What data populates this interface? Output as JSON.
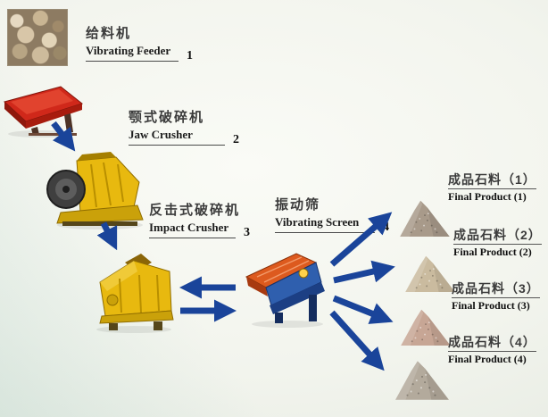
{
  "diagram": {
    "stages": [
      {
        "name_zh": "给料机",
        "name_en": "Vibrating Feeder",
        "number": "1"
      },
      {
        "name_zh": "颚式破碎机",
        "name_en": "Jaw Crusher",
        "number": "2"
      },
      {
        "name_zh": "反击式破碎机",
        "name_en": "Impact Crusher",
        "number": "3"
      },
      {
        "name_zh": "振动筛",
        "name_en": "Vibrating Screen",
        "number": "4"
      }
    ],
    "products": [
      {
        "name_zh": "成品石料（1）",
        "name_en": "Final Product (1)"
      },
      {
        "name_zh": "成品石料（2）",
        "name_en": "Final Product (2)"
      },
      {
        "name_zh": "成品石料（3）",
        "name_en": "Final Product (3)"
      },
      {
        "name_zh": "成品石料（4）",
        "name_en": "Final Product (4)"
      }
    ]
  },
  "palette": {
    "arrow": "#1a449a",
    "label-text": "#3b3b3b",
    "en-text": "#1c1c1c",
    "feeder-red": "#d0281a",
    "crusher-yellow": "#e8b90f",
    "screen-orange": "#dd5a1e",
    "screen-blue": "#2f5fae",
    "pile1": "#a89a8a",
    "pile2": "#cabb9f",
    "pile3": "#c7a695",
    "pile4": "#b3aa9c"
  }
}
